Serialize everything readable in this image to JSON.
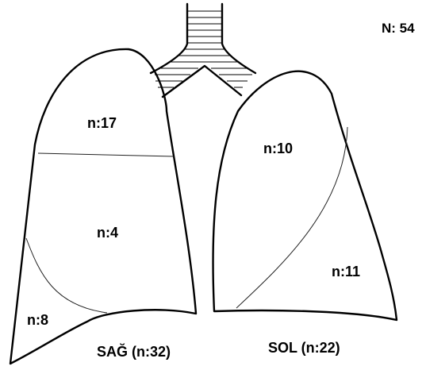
{
  "total": {
    "label": "N: 54"
  },
  "right_lung": {
    "caption": "SAĞ (n:32)",
    "lobes": {
      "upper": "n:17",
      "middle": "n:4",
      "lower": "n:8"
    }
  },
  "left_lung": {
    "caption": "SOL (n:22)",
    "lobes": {
      "upper": "n:10",
      "lower": "n:11"
    }
  }
}
